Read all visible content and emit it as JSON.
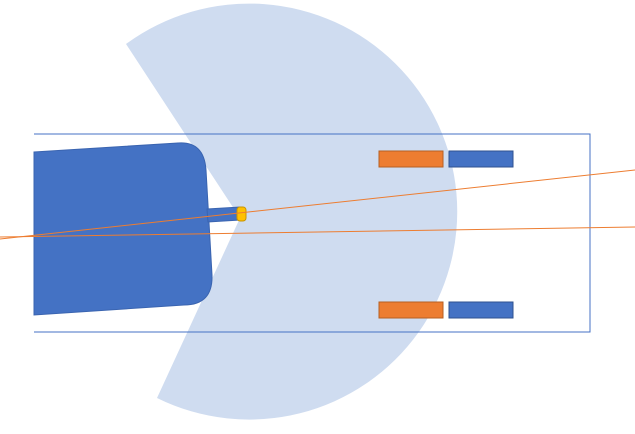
{
  "diagram": {
    "colors": {
      "background": "#ffffff",
      "sector_fill": "#cfdcf0",
      "frame_stroke": "#4472c4",
      "body_fill": "#4472c4",
      "body_stroke": "#3a64b0",
      "tip_fill": "#ffc000",
      "tip_stroke": "#c99500",
      "orange_block": "#ed7d31",
      "orange_block_stroke": "#b65f22",
      "blue_block": "#4472c4",
      "blue_block_stroke": "#2f528f",
      "ray": "#ed7d31"
    },
    "elements": {
      "sector": "coverage-sector",
      "frame": "frame-rectangle",
      "body": "device-body",
      "arm": "device-arm",
      "tip": "device-tip",
      "rays": [
        "upper-ray",
        "lower-ray"
      ],
      "block_pairs": [
        {
          "name": "top",
          "orange": "orange-block",
          "blue": "blue-block"
        },
        {
          "name": "bottom",
          "orange": "orange-block",
          "blue": "blue-block"
        }
      ]
    }
  }
}
